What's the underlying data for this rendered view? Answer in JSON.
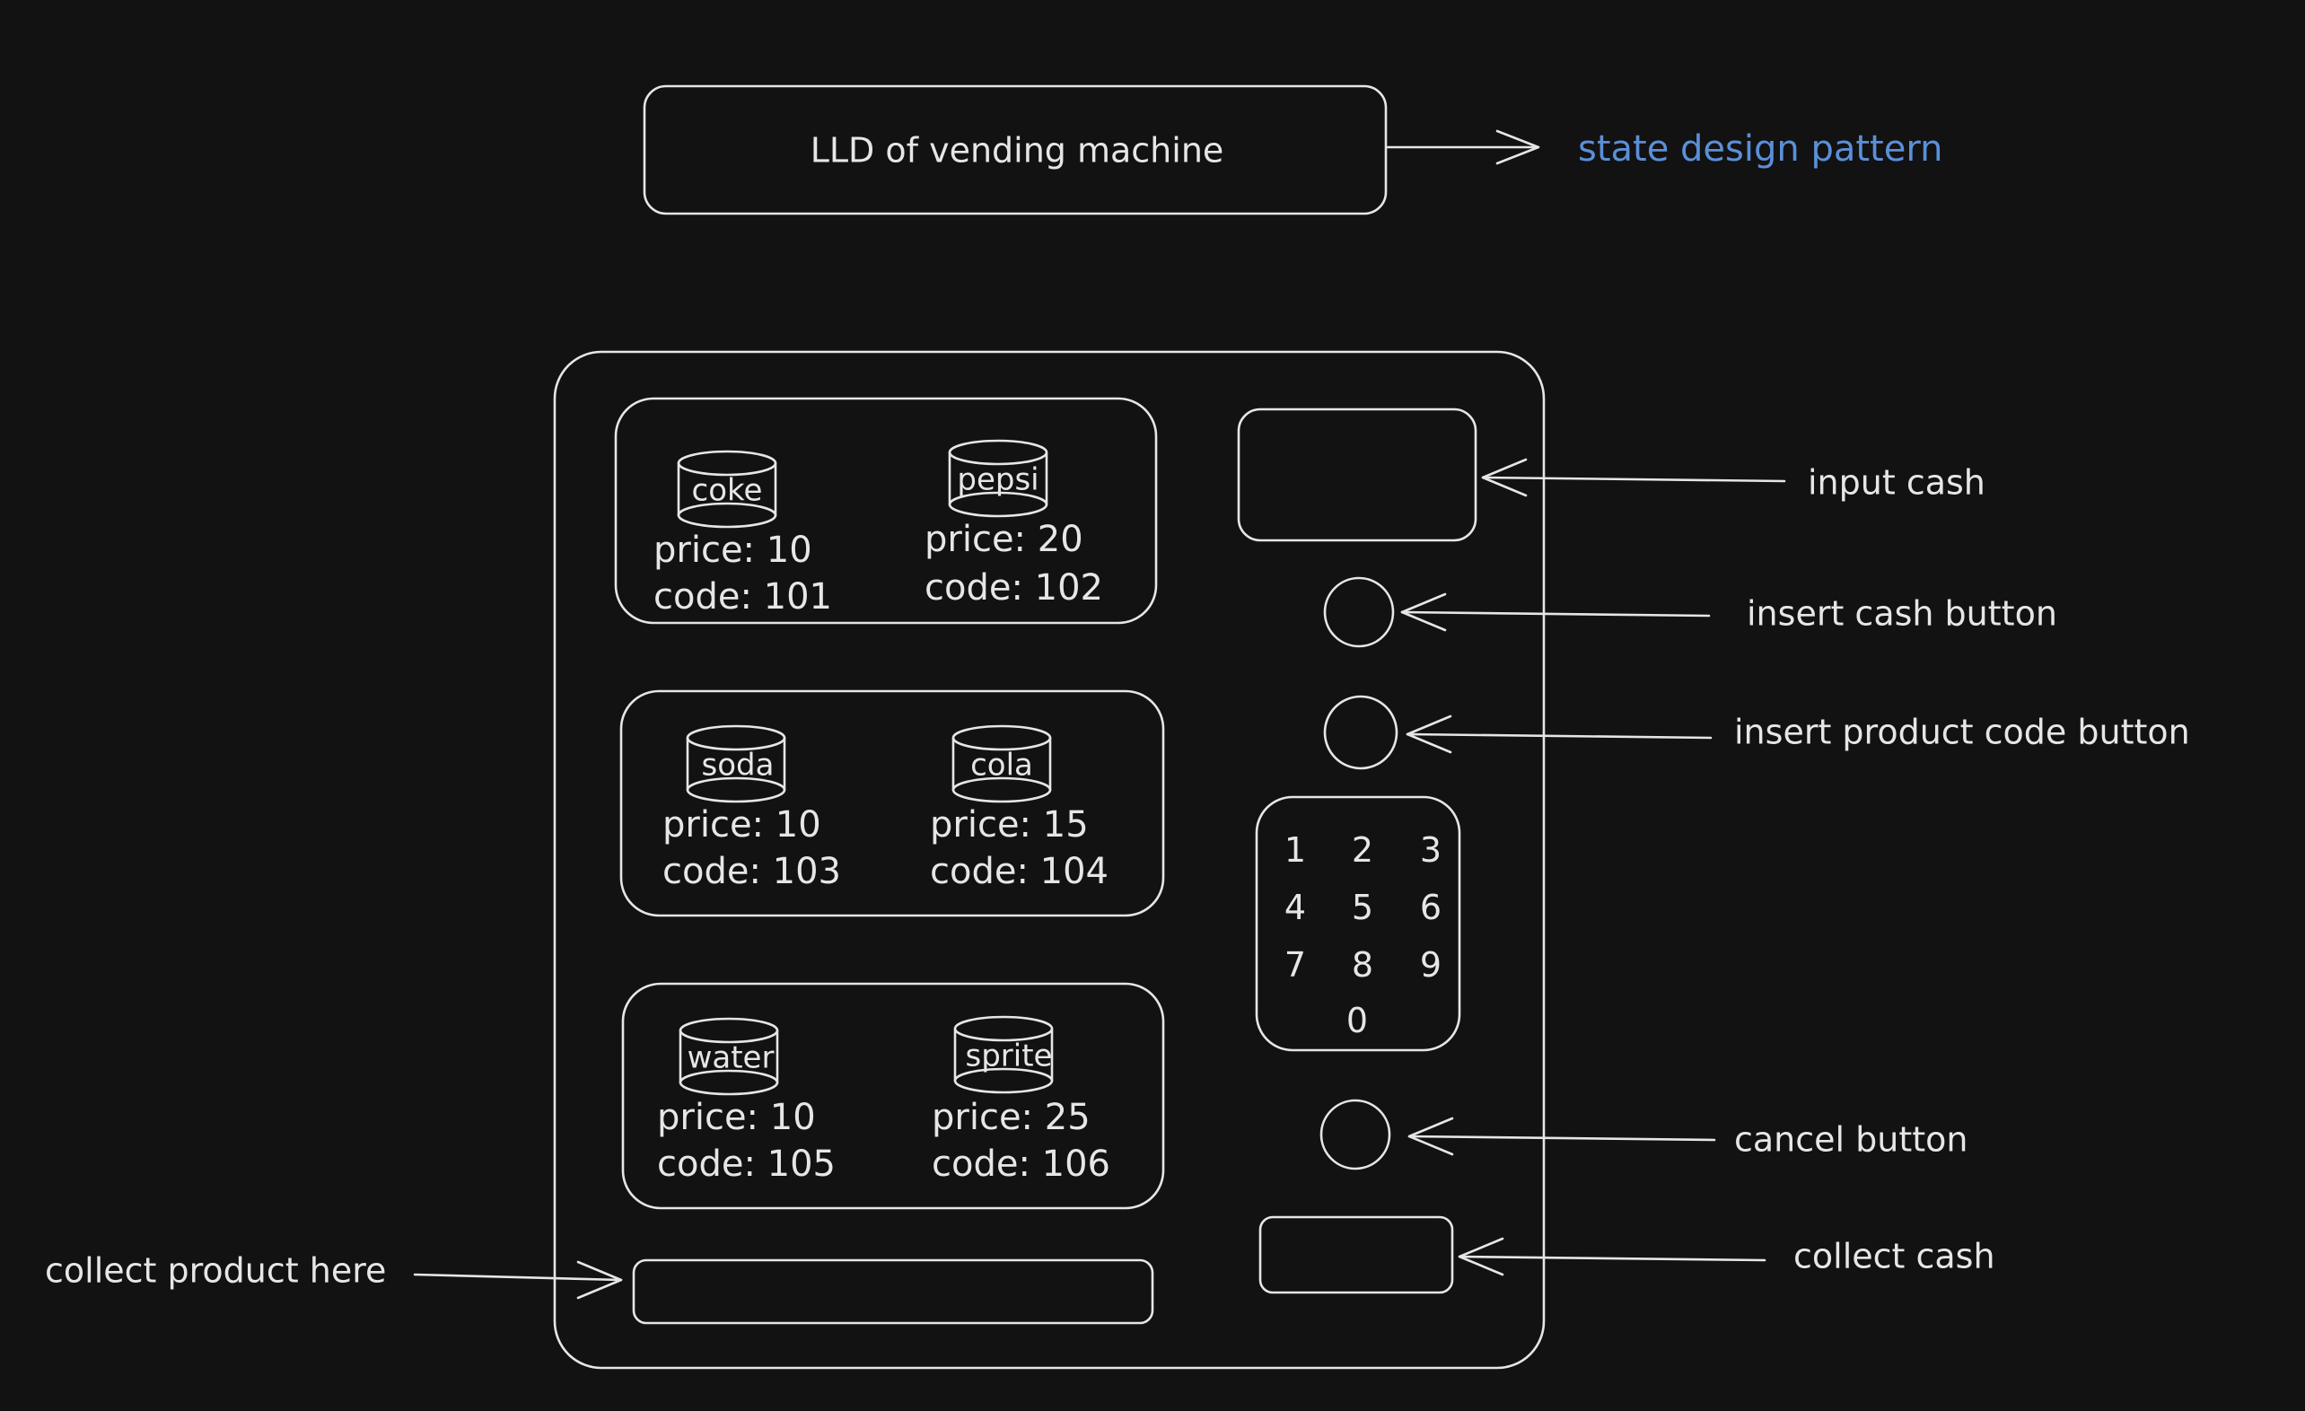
{
  "title": "LLD of vending machine",
  "pattern_note": "state design pattern",
  "colors": {
    "background": "#121212",
    "stroke": "#e6e6e6",
    "accent": "#5b8fd9"
  },
  "shelves": [
    {
      "items": [
        {
          "name": "coke",
          "price": "price: 10",
          "code": "code: 101"
        },
        {
          "name": "pepsi",
          "price": "price: 20",
          "code": "code: 102"
        }
      ]
    },
    {
      "items": [
        {
          "name": "soda",
          "price": "price: 10",
          "code": "code: 103"
        },
        {
          "name": "cola",
          "price": "price: 15",
          "code": "code: 104"
        }
      ]
    },
    {
      "items": [
        {
          "name": "water",
          "price": "price: 10",
          "code": "code: 105"
        },
        {
          "name": "sprite",
          "price": "price: 25",
          "code": "code: 106"
        }
      ]
    }
  ],
  "keypad": {
    "rows": [
      [
        "1",
        "2",
        "3"
      ],
      [
        "4",
        "5",
        "6"
      ],
      [
        "7",
        "8",
        "9"
      ],
      [
        "0"
      ]
    ]
  },
  "annotations": {
    "input_cash": "input cash",
    "insert_cash_button": "insert cash button",
    "insert_product_code_button": "insert product code button",
    "cancel_button": "cancel button",
    "collect_cash": "collect cash",
    "collect_product": "collect product here"
  }
}
